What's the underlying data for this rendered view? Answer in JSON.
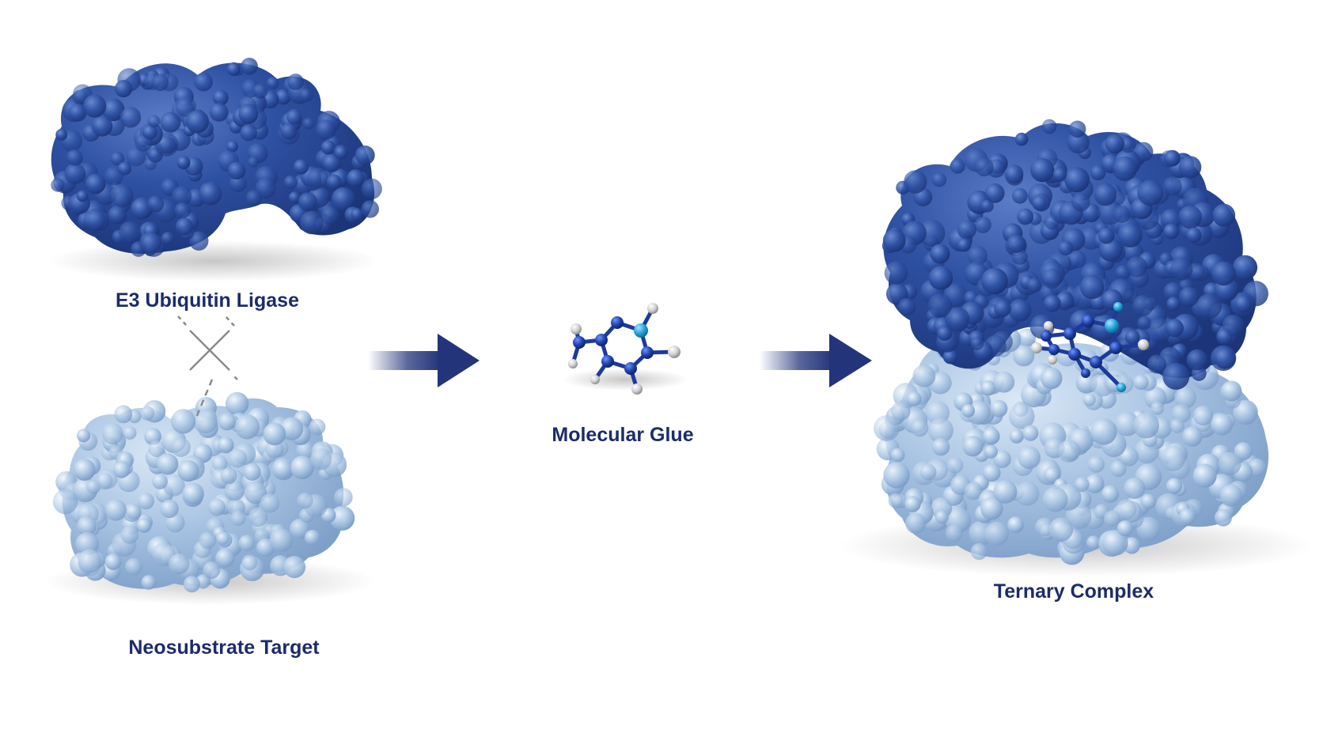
{
  "labels": {
    "e3_ligase": "E3 Ubiquitin Ligase",
    "neosubstrate": "Neosubstrate Target",
    "molecular_glue": "Molecular Glue",
    "ternary_complex": "Ternary Complex"
  },
  "colors": {
    "label_text": "#1b2c6b",
    "e3_dark": "#24448f",
    "e3_mid": "#3356a6",
    "e3_light": "#5a7cc4",
    "neo_dark": "#7d9fc8",
    "neo_mid": "#a6c2e2",
    "neo_light": "#d2e3f3",
    "arrow": "#24347a",
    "atom_blue": "#1e42a8",
    "atom_cyan": "#21a4d9",
    "atom_white": "#d8d8d8",
    "bond": "#1d3a9a",
    "no_interaction": "#8a8a8a"
  },
  "icons": [
    "no-interaction-cross-icon",
    "right-arrow-icon"
  ]
}
